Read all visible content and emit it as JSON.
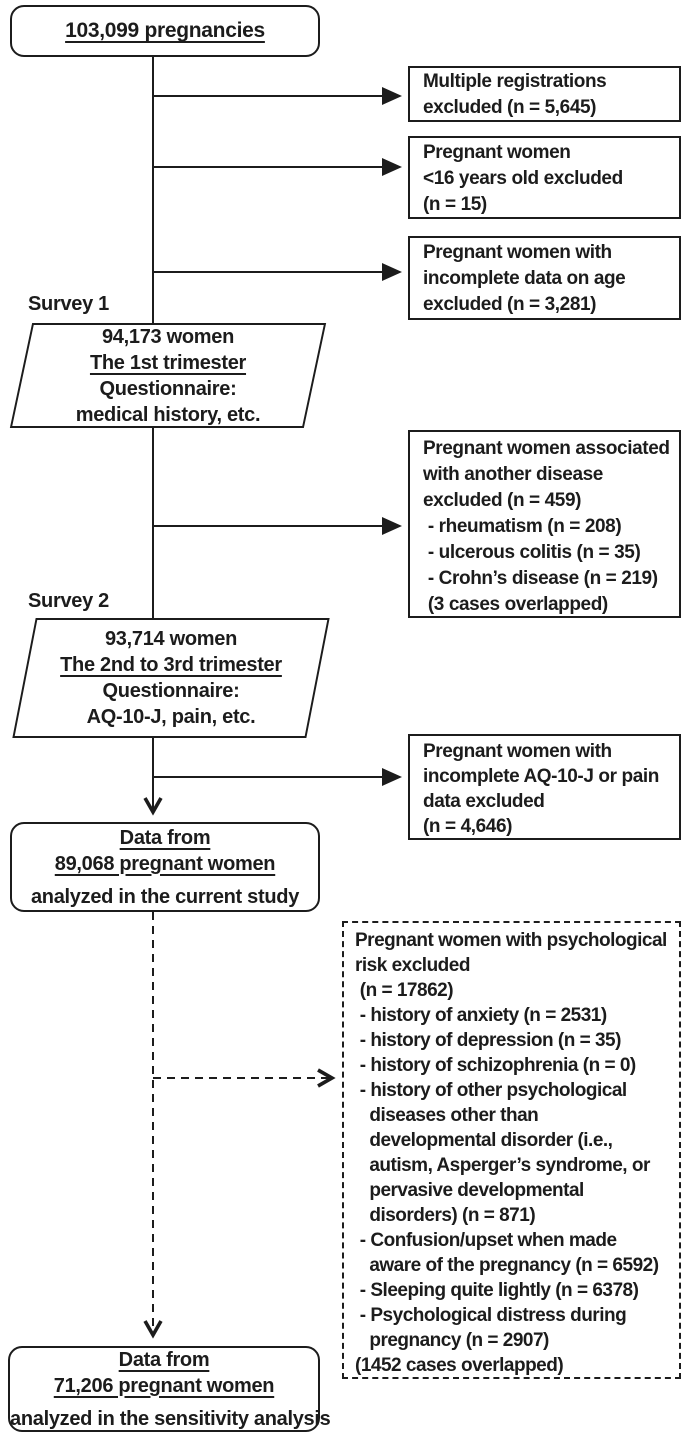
{
  "palette": {
    "ink": "#1c1c1c",
    "paper": "#ffffff"
  },
  "diagram": {
    "start_box": {
      "lines": [
        "103,099 pregnancies"
      ]
    },
    "survey1": {
      "label": "Survey 1",
      "lines": [
        "94,173 women",
        "The 1st trimester",
        "Questionnaire:",
        "medical history, etc."
      ]
    },
    "survey2": {
      "label": "Survey 2",
      "lines": [
        "93,714 women",
        "The 2nd to 3rd trimester",
        "Questionnaire:",
        "AQ-10-J, pain, etc."
      ]
    },
    "exclusions": {
      "registrations": {
        "lines": [
          "Multiple registrations",
          "excluded (n = 5,645)"
        ]
      },
      "under16": {
        "lines": [
          "Pregnant women",
          "<16 years old excluded",
          "(n = 15)"
        ]
      },
      "age_missing": {
        "lines": [
          "Pregnant women with",
          "incomplete data on age",
          "excluded (n = 3,281)"
        ]
      },
      "disease": {
        "lines": [
          "Pregnant women associated",
          "with another disease",
          "excluded (n = 459)",
          " - rheumatism (n = 208)",
          " - ulcerous colitis (n = 35)",
          " - Crohn’s disease (n = 219)",
          " (3 cases overlapped)"
        ]
      },
      "aq10j": {
        "lines": [
          "Pregnant women with",
          "incomplete AQ-10-J or pain",
          "data excluded",
          "(n = 4,646)"
        ]
      },
      "psychological": {
        "lines": [
          "Pregnant women with psychological",
          "risk excluded",
          " (n = 17862)",
          " - history of anxiety (n = 2531)",
          " - history of depression (n = 35)",
          " - history of schizophrenia (n = 0)",
          " - history of other psychological",
          "   diseases other than",
          "   developmental disorder (i.e.,",
          "   autism, Asperger’s syndrome, or",
          "   pervasive developmental",
          "   disorders) (n = 871)",
          " - Confusion/upset when made",
          "   aware of the pregnancy (n = 6592)",
          " - Sleeping quite lightly (n = 6378)",
          " - Psychological distress during",
          "   pregnancy (n = 2907)",
          "(1452 cases overlapped)"
        ]
      }
    },
    "current_box": {
      "lines": [
        "Data from",
        "89,068 pregnant women",
        "analyzed in the current study"
      ]
    },
    "sensitivity_box": {
      "lines": [
        "Data from",
        "71,206 pregnant women",
        "analyzed in the sensitivity analysis"
      ]
    }
  }
}
